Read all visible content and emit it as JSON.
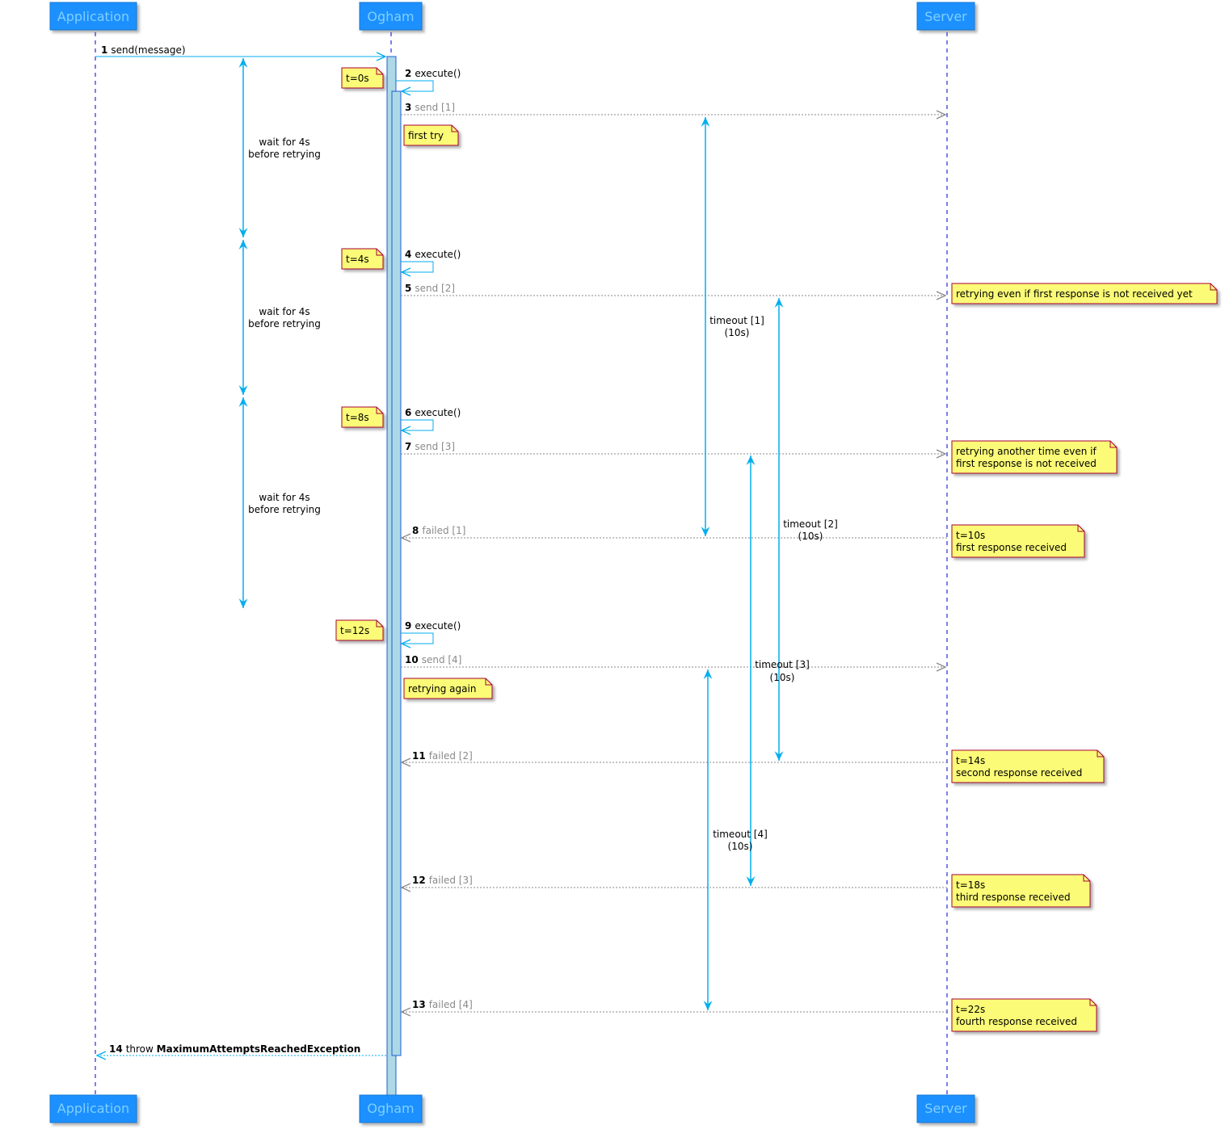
{
  "participants": {
    "application": "Application",
    "ogham": "Ogham",
    "server": "Server"
  },
  "messages": [
    {
      "num": "1",
      "text": "send(message)"
    },
    {
      "num": "2",
      "text": "execute()"
    },
    {
      "num": "3",
      "text": "send [1]"
    },
    {
      "num": "4",
      "text": "execute()"
    },
    {
      "num": "5",
      "text": "send [2]"
    },
    {
      "num": "6",
      "text": "execute()"
    },
    {
      "num": "7",
      "text": "send [3]"
    },
    {
      "num": "8",
      "text": "failed [1]"
    },
    {
      "num": "9",
      "text": "execute()"
    },
    {
      "num": "10",
      "text": "send [4]"
    },
    {
      "num": "11",
      "text": "failed [2]"
    },
    {
      "num": "12",
      "text": "failed [3]"
    },
    {
      "num": "13",
      "text": "failed [4]"
    },
    {
      "num": "14",
      "text": "throw ",
      "bold": "MaximumAttemptsReachedException"
    }
  ],
  "notes": {
    "t0": "t=0s",
    "first_try": "first try",
    "t4": "t=4s",
    "retry_even": "retrying even if first response is not received yet",
    "t8": "t=8s",
    "retry_another_1": "retrying another time even if",
    "retry_another_2": "first response is not received",
    "t10_1": "t=10s",
    "t10_2": "first response received",
    "t12": "t=12s",
    "retry_again": "retrying again",
    "t14_1": "t=14s",
    "t14_2": "second response received",
    "t18_1": "t=18s",
    "t18_2": "third response received",
    "t22_1": "t=22s",
    "t22_2": "fourth response received"
  },
  "spans": {
    "wait_line1": "wait for 4s",
    "wait_line2": "before retrying",
    "timeout1": "timeout [1]",
    "timeout2": "timeout [2]",
    "timeout3": "timeout [3]",
    "timeout4": "timeout [4]",
    "duration": "(10s)"
  },
  "colors": {
    "participant_fill": "#1e90ff",
    "participant_text": "#7fd0ff",
    "lifeline": "#0000cc",
    "sync_arrow": "#00aeef",
    "async_arrow": "#8a8a8a",
    "activation_fill": "#add8e6",
    "note_fill": "#fbfb77",
    "note_border": "#a80036"
  }
}
